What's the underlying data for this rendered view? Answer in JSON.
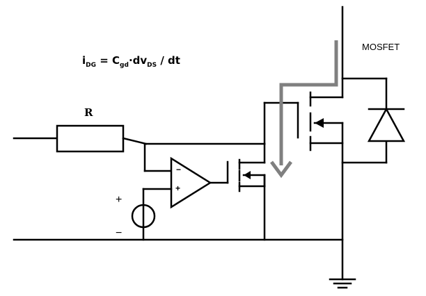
{
  "formula": {
    "i": "i",
    "i_sub": "DG",
    "eq": " = C",
    "c_sub": "gd",
    "mid": "·dv",
    "v_sub": "DS",
    "tail": " / dt"
  },
  "labels": {
    "mosfet": "MOSFET",
    "resistor": "R",
    "source_plus": "+",
    "source_minus": "−",
    "opamp_inverting": "−",
    "opamp_noninverting": "+"
  },
  "colors": {
    "wire": "#000000",
    "current_arrow": "#808080"
  }
}
